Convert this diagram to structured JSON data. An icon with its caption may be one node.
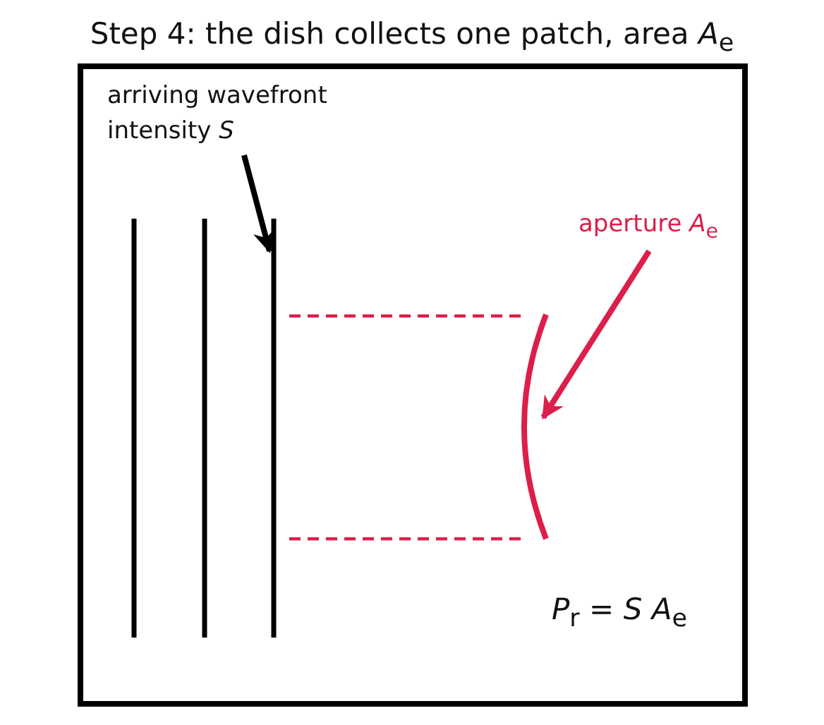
{
  "diagram": {
    "title": "Step 4: the dish collects one patch, area *A*$_{e}$",
    "nodes": [
      {
        "text": [
          "arriving wavefront intensity *S*"
        ]
      },
      {
        "text": [],
        "shape": "line"
      },
      {
        "text": [
          "aperture *A*$_{e}$"
        ]
      },
      {
        "text": [],
        "shape": "arc"
      }
    ],
    "edges": [
      {
        "from": 0,
        "to": 1,
        "arrow": "to"
      },
      {
        "from": 2,
        "to": 3,
        "arrow": "to",
        "color": "#dc1e4a"
      }
    ],
    "labels": [
      "*P*$_{r}$ = *S* *A*$_{e}$"
    ]
  }
}
